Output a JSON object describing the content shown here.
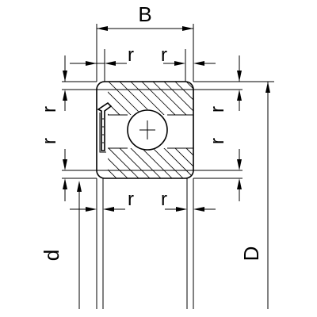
{
  "labels": {
    "B": "B",
    "r": "r",
    "d": "d",
    "D": "D"
  }
}
